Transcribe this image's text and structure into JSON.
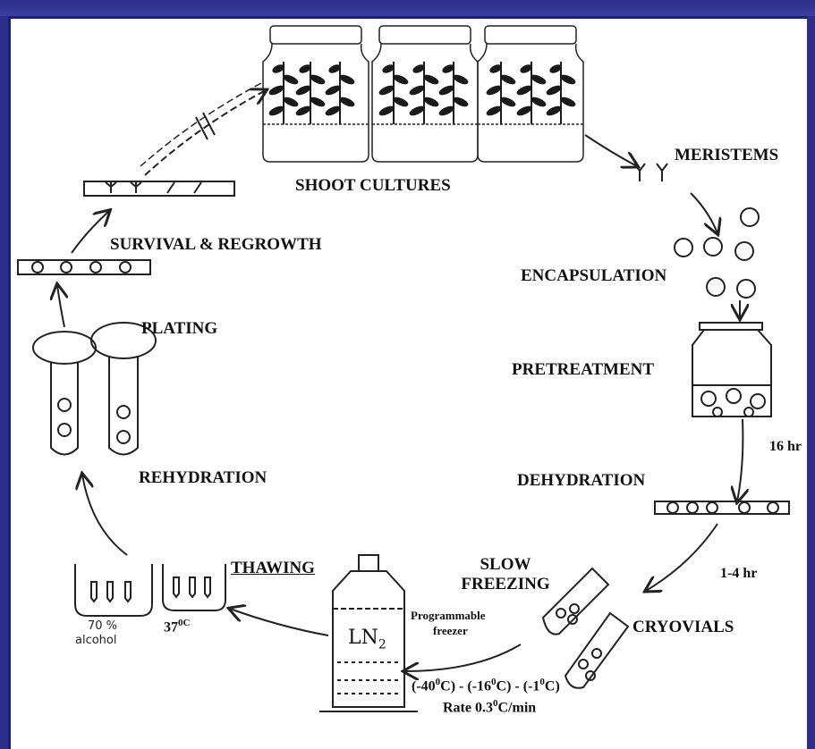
{
  "steps": {
    "shoot_cultures": "SHOOT CULTURES",
    "meristems": "MERISTEMS",
    "encapsulation": "ENCAPSULATION",
    "pretreatment": "PRETREATMENT",
    "dehydration": "DEHYDRATION",
    "slow_freezing": "SLOW FREEZING",
    "cryovials": "CRYOVIALS",
    "thawing": "THAWING",
    "rehydration": "REHYDRATION",
    "plating": "PLATING",
    "survival_regrowth": "SURVIVAL & REGROWTH"
  },
  "durations": {
    "pretreatment_time": "16 hr",
    "dehydration_time": "1-4 hr"
  },
  "freezer": {
    "line1": "Programmable",
    "line2": "freezer",
    "ln2_label": "LN",
    "ln2_sub": "2"
  },
  "temperatures": {
    "thaw_value": "37",
    "thaw_sup": "0C",
    "freeze_t1": "(-40",
    "freeze_t2": "C) - (-16",
    "freeze_t3": "C) - (-1",
    "freeze_t4": "C)",
    "deg": "0",
    "rate_prefix": "Rate 0.3",
    "rate_suffix": "C/min"
  },
  "alcohol": {
    "line1": "70 %",
    "line2": "alcohol"
  },
  "colors": {
    "frame": "#2b2f8a",
    "ink": "#111111"
  }
}
